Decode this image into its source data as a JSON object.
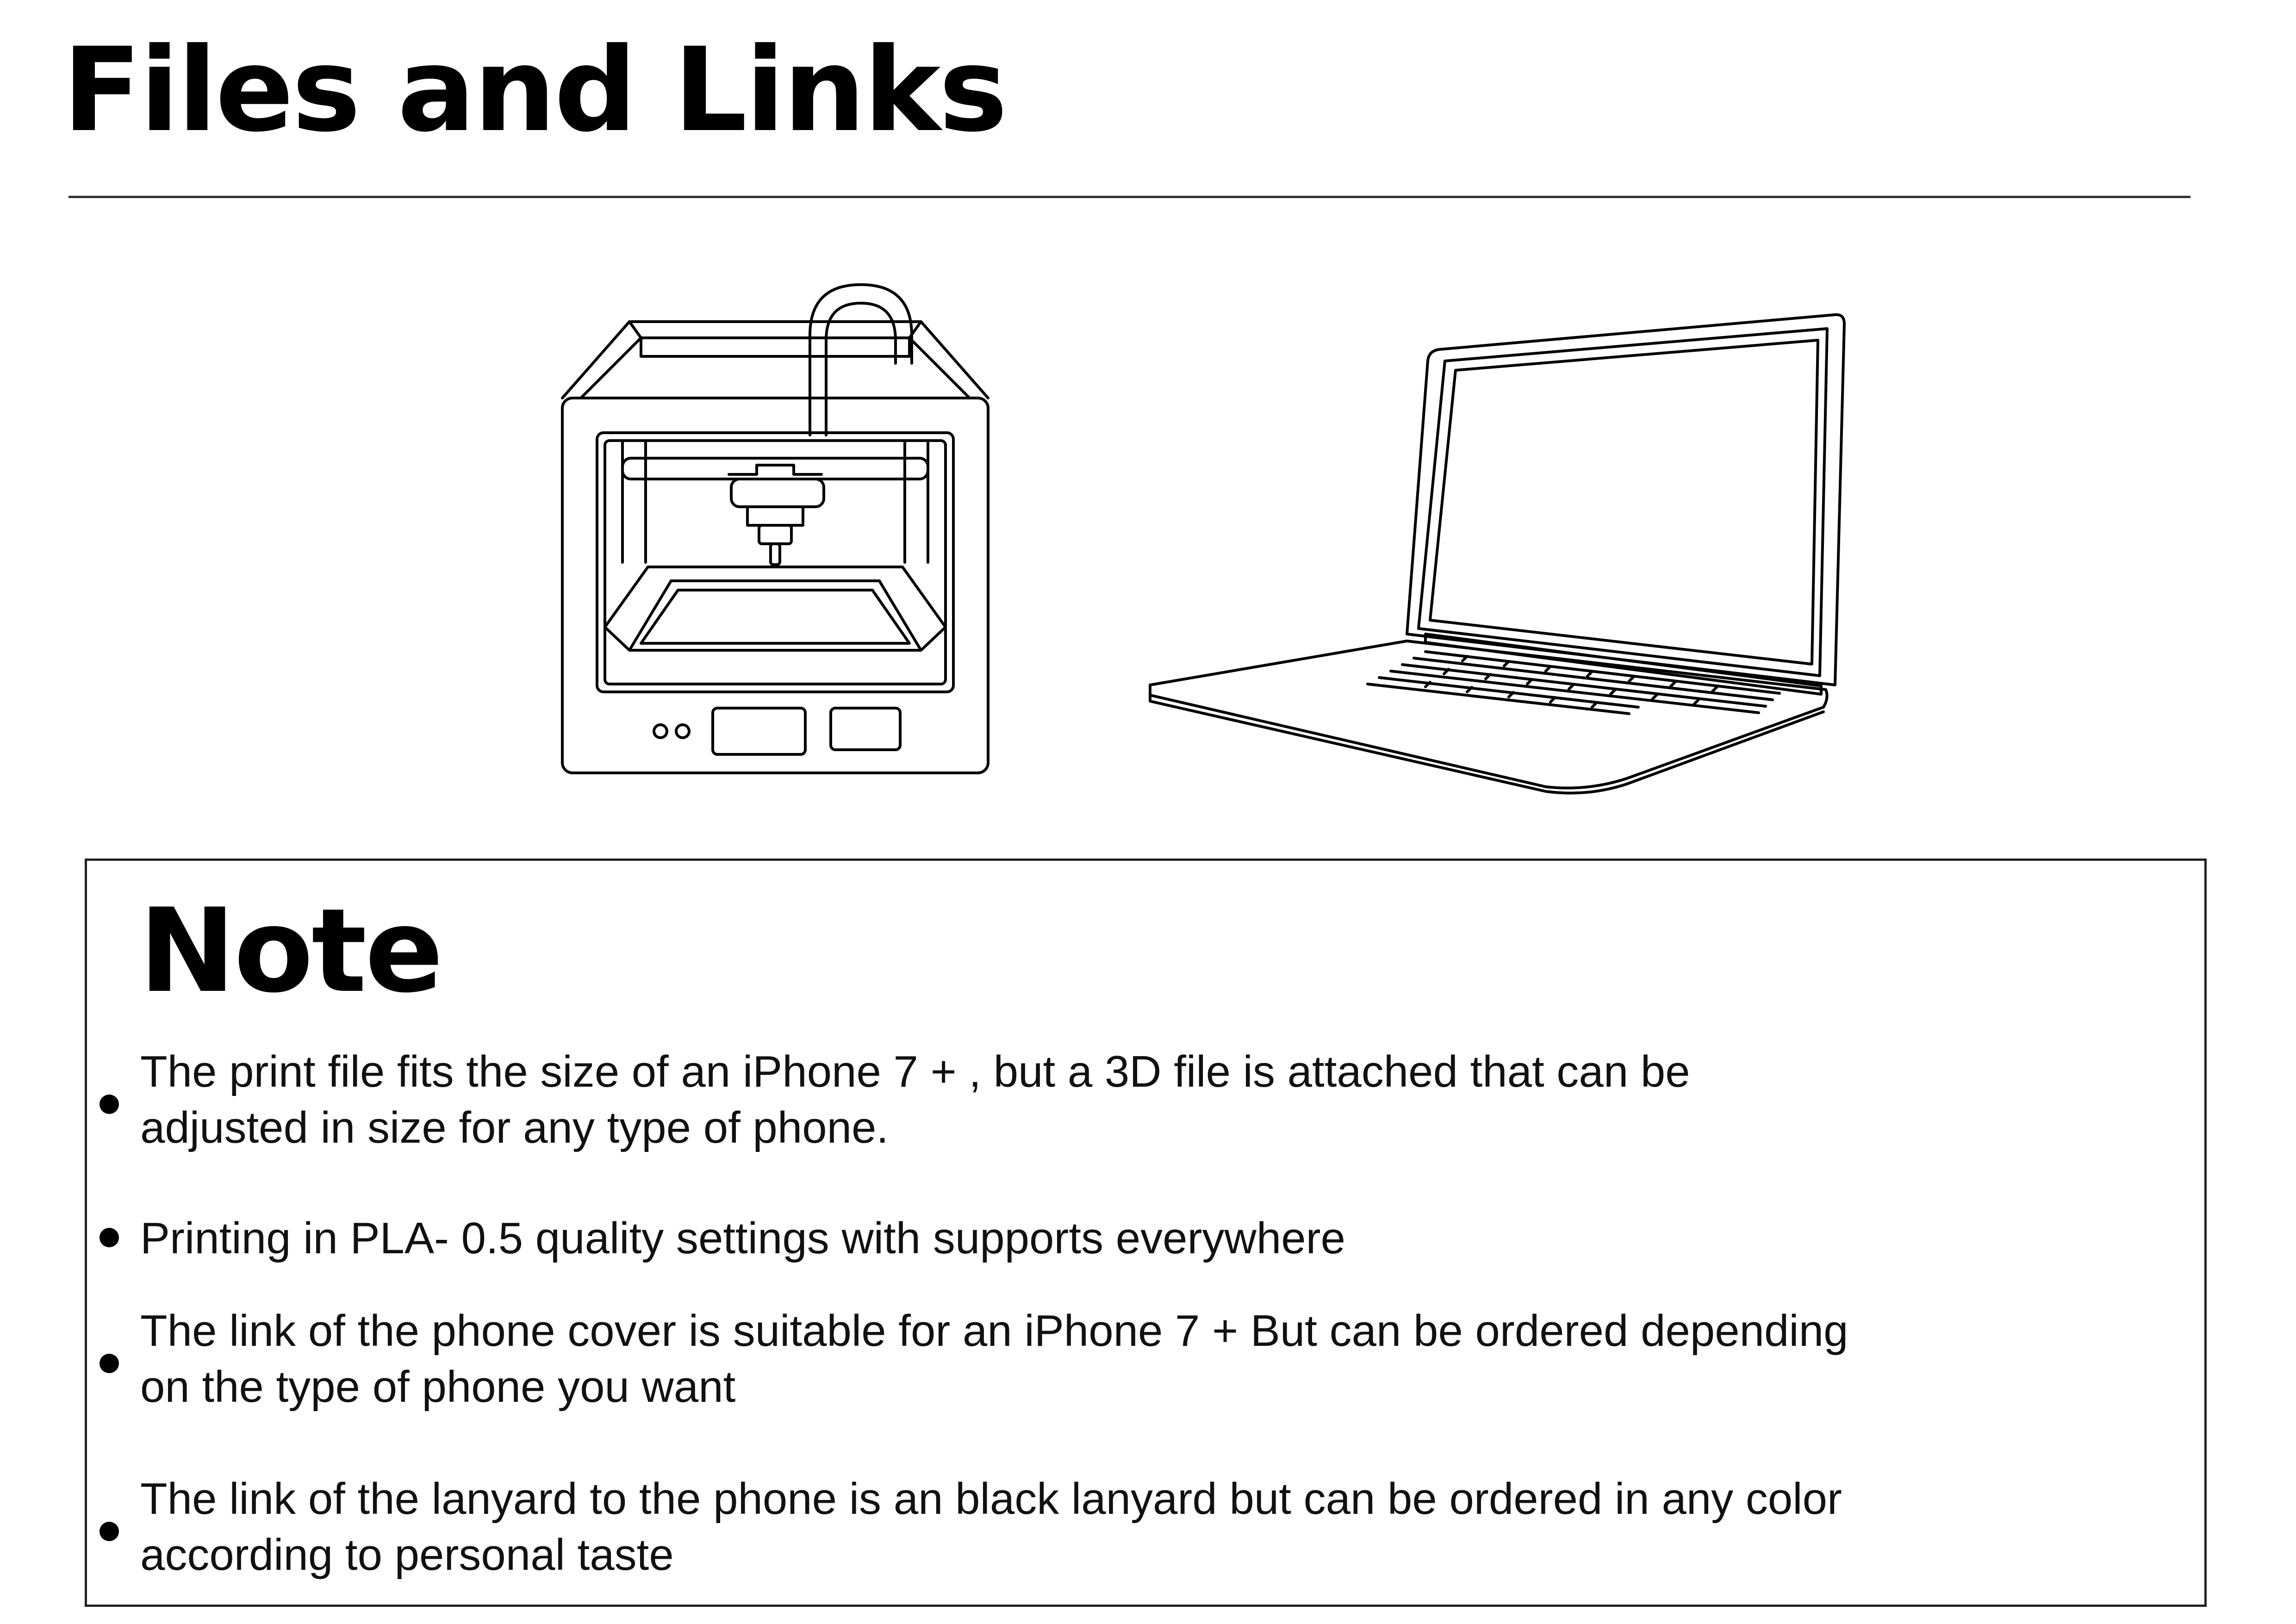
{
  "header": {
    "title": "Files and Links"
  },
  "illustrations": [
    {
      "icon": "3d-printer-icon"
    },
    {
      "icon": "laptop-icon"
    }
  ],
  "note": {
    "heading": "Note",
    "items": [
      {
        "text": "The print file fits the size of an iPhone 7 + , but a 3D file is attached that can be adjusted in size for any type of phone."
      },
      {
        "text": "Printing in PLA- 0.5 quality settings with supports everywhere"
      },
      {
        "text": "The link of the phone cover is suitable for an iPhone 7 + But can be ordered depending on the type of phone you want"
      },
      {
        "text": "The link of the lanyard to the phone is an black lanyard but can be ordered in any color according to personal taste"
      }
    ]
  },
  "colors": {
    "text": "#000000",
    "background": "#ffffff",
    "rule": "#333333"
  }
}
